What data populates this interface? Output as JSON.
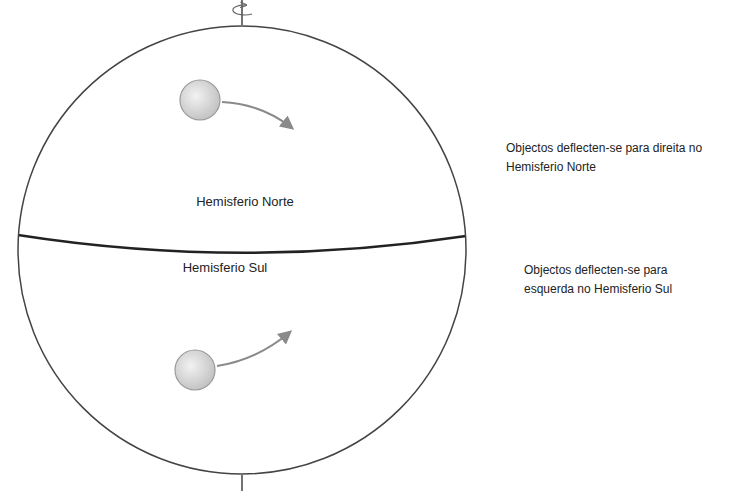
{
  "diagram": {
    "nodes": [
      {
        "text": [
          "Hemisferio Norte",
          "Hemisferio Sul"
        ]
      }
    ],
    "labels": [
      "Objectos deflecten-se para direita no Hemisferio Norte",
      "Objectos deflecten-se para esquerda no Hemisferio Sul"
    ]
  }
}
